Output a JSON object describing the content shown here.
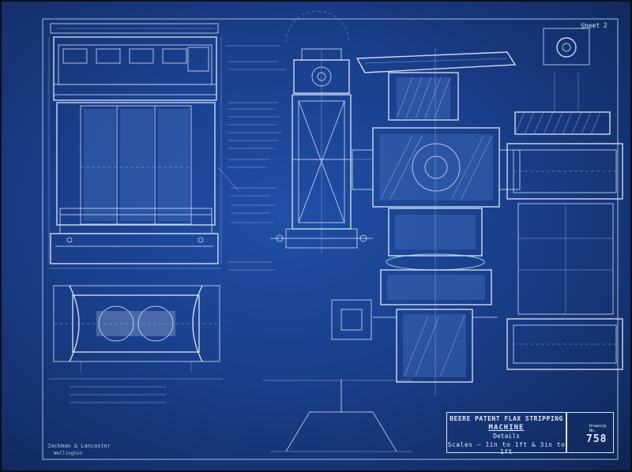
{
  "title_block": {
    "line1": "BEERE PATENT FLAX STRIPPING",
    "line2": "MACHINE",
    "line3": "Details",
    "line4": "Scales — 1in to 1ft & 3in to 1ft"
  },
  "drawing_number": "758",
  "drawing_number_label": "Drawing No.",
  "sheet_label": "Sheet 2",
  "maker": {
    "name": "Jackman & Lancaster",
    "place": "Wellington"
  },
  "colors": {
    "paper": "#1a3f8c",
    "ink": "#c7d7f3"
  }
}
